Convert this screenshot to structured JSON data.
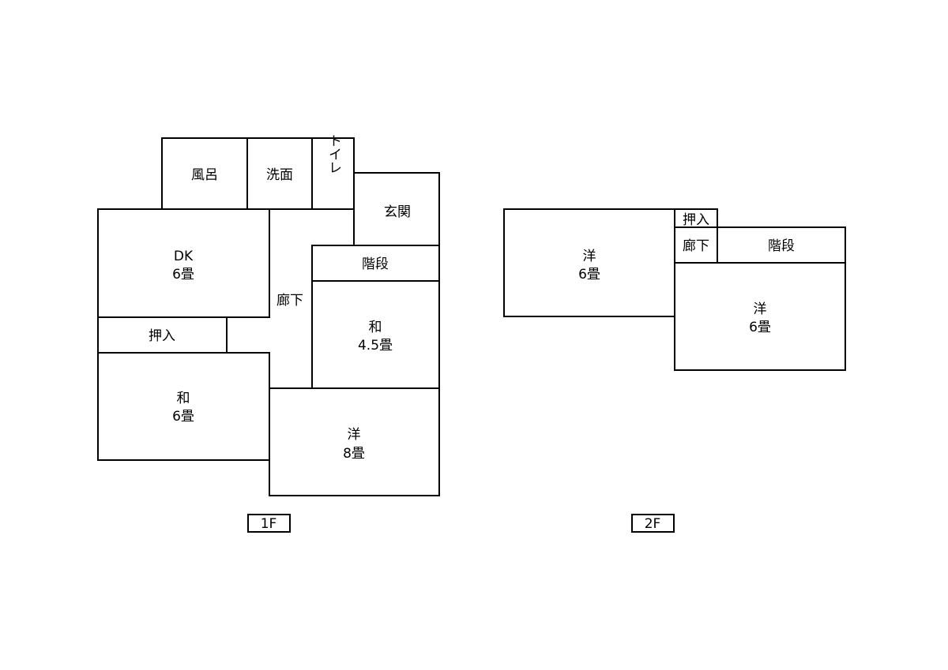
{
  "floors": [
    {
      "label": "1F",
      "rooms": {
        "bath": "風呂",
        "washroom": "洗面",
        "toilet": "トイレ",
        "entrance": "玄関",
        "stairs": "階段",
        "dk": {
          "name": "DK",
          "size": "6畳"
        },
        "hallway": "廊下",
        "closet": "押入",
        "japanese_small": {
          "name": "和",
          "size": "4.5畳"
        },
        "japanese_large": {
          "name": "和",
          "size": "6畳"
        },
        "western": {
          "name": "洋",
          "size": "8畳"
        }
      }
    },
    {
      "label": "2F",
      "rooms": {
        "closet": "押入",
        "hallway": "廊下",
        "stairs": "階段",
        "western_left": {
          "name": "洋",
          "size": "6畳"
        },
        "western_right": {
          "name": "洋",
          "size": "6畳"
        }
      }
    }
  ]
}
